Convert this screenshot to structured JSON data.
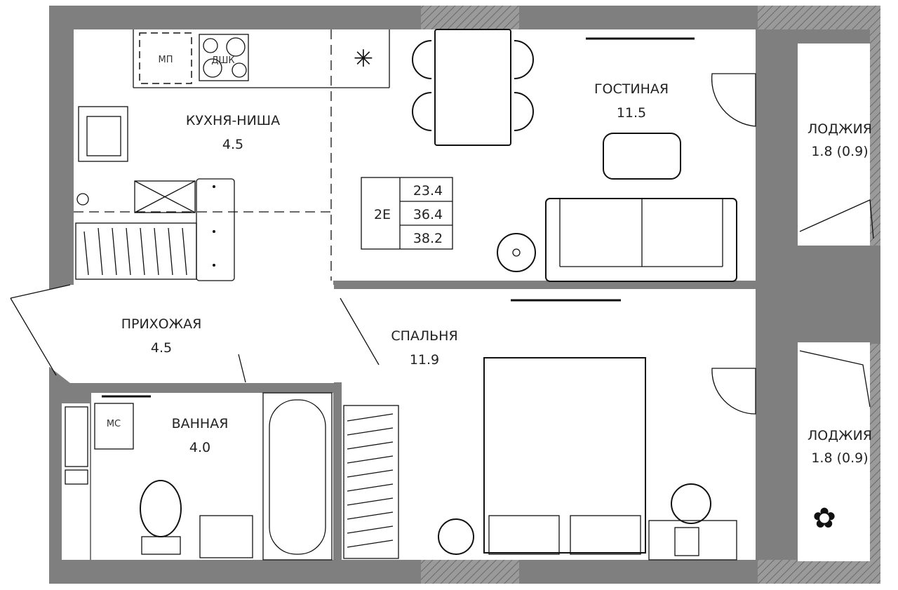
{
  "rooms": {
    "kitchen": {
      "name": "КУХНЯ-НИША",
      "area": "4.5"
    },
    "living": {
      "name": "ГОСТИНАЯ",
      "area": "11.5"
    },
    "hallway": {
      "name": "ПРИХОЖАЯ",
      "area": "4.5"
    },
    "bedroom": {
      "name": "СПАЛЬНЯ",
      "area": "11.9"
    },
    "bathroom": {
      "name": "ВАННАЯ",
      "area": "4.0"
    },
    "loggia_top": {
      "name": "ЛОДЖИЯ",
      "area": "1.8 (0.9)"
    },
    "loggia_bottom": {
      "name": "ЛОДЖИЯ",
      "area": "1.8 (0.9)"
    }
  },
  "summary": {
    "type": "2E",
    "areas": [
      "23.4",
      "36.4",
      "38.2"
    ]
  },
  "fixtures": {
    "microwave": "МП",
    "dishwasher": "ДШК",
    "washer": "МС"
  },
  "colors": {
    "wall": "#7f7f7f",
    "line": "#111111"
  }
}
